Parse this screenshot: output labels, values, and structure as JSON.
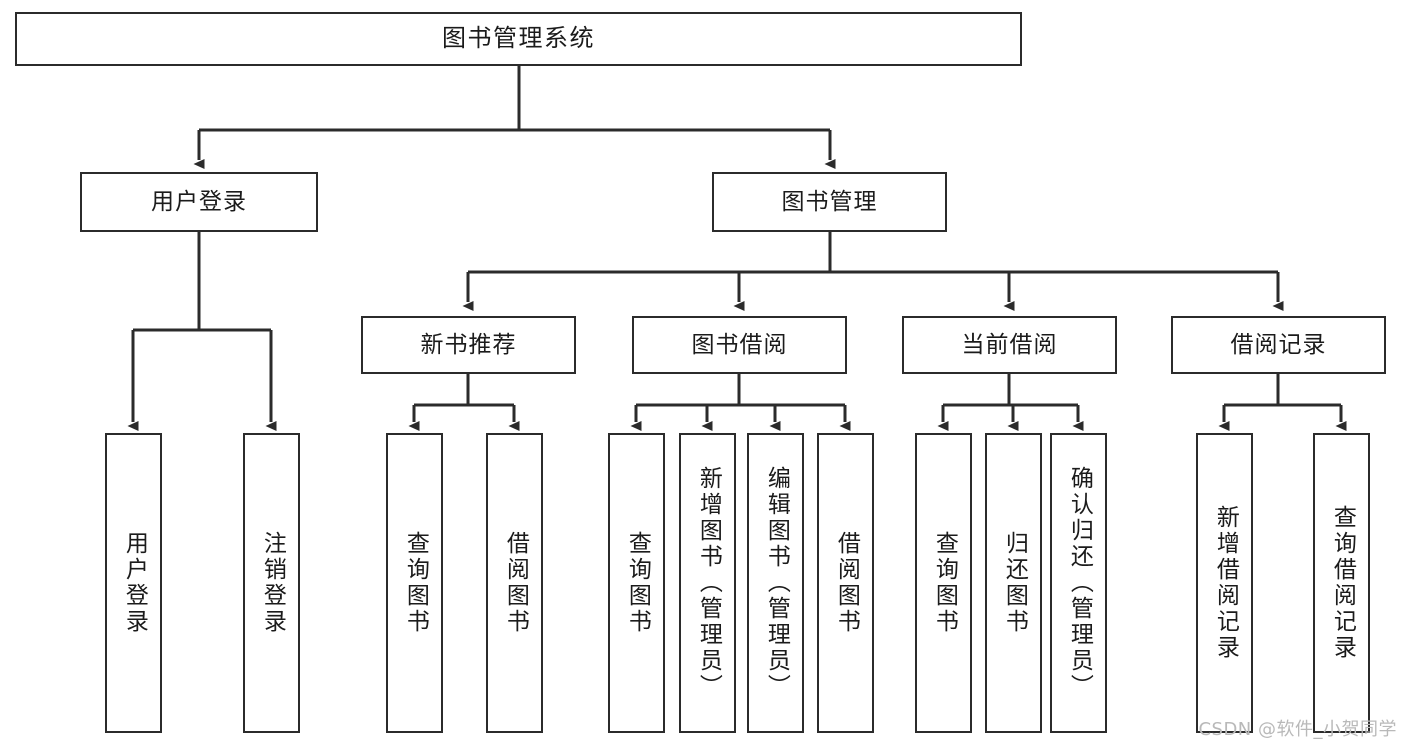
{
  "diagram": {
    "title": "图书管理系统",
    "type": "tree",
    "theme": {
      "background": "#ffffff",
      "node_fill": "#ffffff",
      "node_stroke": "#2b2b2b",
      "edge_stroke": "#2b2b2b",
      "text_color": "#1b1b1b",
      "watermark_color": "#b9b9b9"
    },
    "nodes": {
      "root": {
        "label": "图书管理系统",
        "level": 0,
        "orientation": "horizontal"
      },
      "user_login": {
        "label": "用户登录",
        "level": 1,
        "orientation": "horizontal"
      },
      "book_manage": {
        "label": "图书管理",
        "level": 1,
        "orientation": "horizontal"
      },
      "new_book_rec": {
        "label": "新书推荐",
        "level": 2,
        "orientation": "horizontal"
      },
      "book_borrow": {
        "label": "图书借阅",
        "level": 2,
        "orientation": "horizontal"
      },
      "current_borrow": {
        "label": "当前借阅",
        "level": 2,
        "orientation": "horizontal"
      },
      "borrow_record": {
        "label": "借阅记录",
        "level": 2,
        "orientation": "horizontal"
      },
      "leaf_user_login": {
        "label": "用户登录",
        "level": 2,
        "orientation": "vertical"
      },
      "leaf_logout": {
        "label": "注销登录",
        "level": 2,
        "orientation": "vertical"
      },
      "leaf_query_book_1": {
        "label": "查询图书",
        "level": 3,
        "orientation": "vertical"
      },
      "leaf_borrow_book_1": {
        "label": "借阅图书",
        "level": 3,
        "orientation": "vertical"
      },
      "leaf_query_book_2": {
        "label": "查询图书",
        "level": 3,
        "orientation": "vertical"
      },
      "leaf_add_book": {
        "label": "新增图书（管理员）",
        "level": 3,
        "orientation": "vertical"
      },
      "leaf_edit_book": {
        "label": "编辑图书（管理员）",
        "level": 3,
        "orientation": "vertical"
      },
      "leaf_borrow_book_2": {
        "label": "借阅图书",
        "level": 3,
        "orientation": "vertical"
      },
      "leaf_query_book_3": {
        "label": "查询图书",
        "level": 3,
        "orientation": "vertical"
      },
      "leaf_return_book": {
        "label": "归还图书",
        "level": 3,
        "orientation": "vertical"
      },
      "leaf_confirm_return": {
        "label": "确认归还（管理员）",
        "level": 3,
        "orientation": "vertical"
      },
      "leaf_add_record": {
        "label": "新增借阅记录",
        "level": 3,
        "orientation": "vertical"
      },
      "leaf_query_record": {
        "label": "查询借阅记录",
        "level": 3,
        "orientation": "vertical"
      }
    },
    "edges": [
      {
        "from": "root",
        "to": "user_login"
      },
      {
        "from": "root",
        "to": "book_manage"
      },
      {
        "from": "user_login",
        "to": "leaf_user_login"
      },
      {
        "from": "user_login",
        "to": "leaf_logout"
      },
      {
        "from": "book_manage",
        "to": "new_book_rec"
      },
      {
        "from": "book_manage",
        "to": "book_borrow"
      },
      {
        "from": "book_manage",
        "to": "current_borrow"
      },
      {
        "from": "book_manage",
        "to": "borrow_record"
      },
      {
        "from": "new_book_rec",
        "to": "leaf_query_book_1"
      },
      {
        "from": "new_book_rec",
        "to": "leaf_borrow_book_1"
      },
      {
        "from": "book_borrow",
        "to": "leaf_query_book_2"
      },
      {
        "from": "book_borrow",
        "to": "leaf_add_book"
      },
      {
        "from": "book_borrow",
        "to": "leaf_edit_book"
      },
      {
        "from": "book_borrow",
        "to": "leaf_borrow_book_2"
      },
      {
        "from": "current_borrow",
        "to": "leaf_query_book_3"
      },
      {
        "from": "current_borrow",
        "to": "leaf_return_book"
      },
      {
        "from": "current_borrow",
        "to": "leaf_confirm_return"
      },
      {
        "from": "borrow_record",
        "to": "leaf_add_record"
      },
      {
        "from": "borrow_record",
        "to": "leaf_query_record"
      }
    ],
    "watermark": "CSDN @软件_小贺同学"
  }
}
